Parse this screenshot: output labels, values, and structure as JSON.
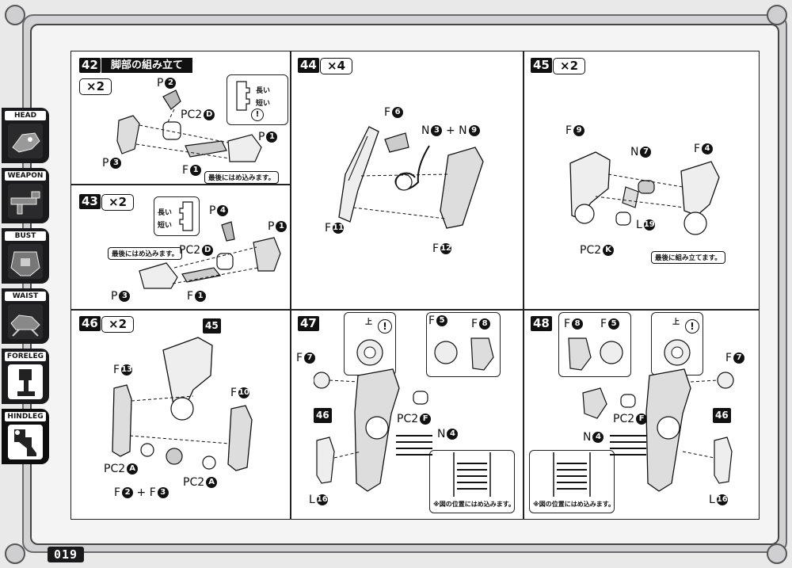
{
  "steps": {
    "s42": {
      "num": "42",
      "title": "脚部の組み立て",
      "mult": "×2"
    },
    "s43": {
      "num": "43",
      "mult": "×2"
    },
    "s44": {
      "num": "44",
      "mult": "×4"
    },
    "s45": {
      "num": "45",
      "mult": "×2"
    },
    "s46": {
      "num": "46",
      "mult": "×2"
    },
    "s47": {
      "num": "47"
    },
    "s48": {
      "num": "48"
    }
  },
  "labels": {
    "p": "P",
    "pc2": "PC2",
    "f": "F",
    "n": "N",
    "l": "L",
    "plus": "+",
    "b1": "1",
    "b2": "2",
    "b3": "3",
    "b4": "4",
    "b5": "5",
    "b6": "6",
    "b7": "7",
    "b8": "8",
    "b9": "9",
    "b10": "10",
    "b11": "11",
    "b12": "12",
    "b13": "13",
    "b16": "16",
    "b19": "19",
    "bA": "A",
    "bD": "D",
    "bF": "F",
    "bK": "K",
    "ref45": "45",
    "ref46": "46"
  },
  "notes": {
    "last_insert": "最後にはめ込みます。",
    "last_assemble": "最後に組み立てます。",
    "insert_position": "※図の位置にはめ込みます。",
    "long": "長い",
    "short": "短い",
    "up": "上",
    "warn": "!"
  },
  "sidebar": {
    "tabs": [
      "HEAD",
      "WEAPON",
      "BUST",
      "WAIST",
      "FORELEG",
      "HINDLEG"
    ],
    "active": "HINDLEG"
  },
  "page": {
    "number": "019"
  }
}
